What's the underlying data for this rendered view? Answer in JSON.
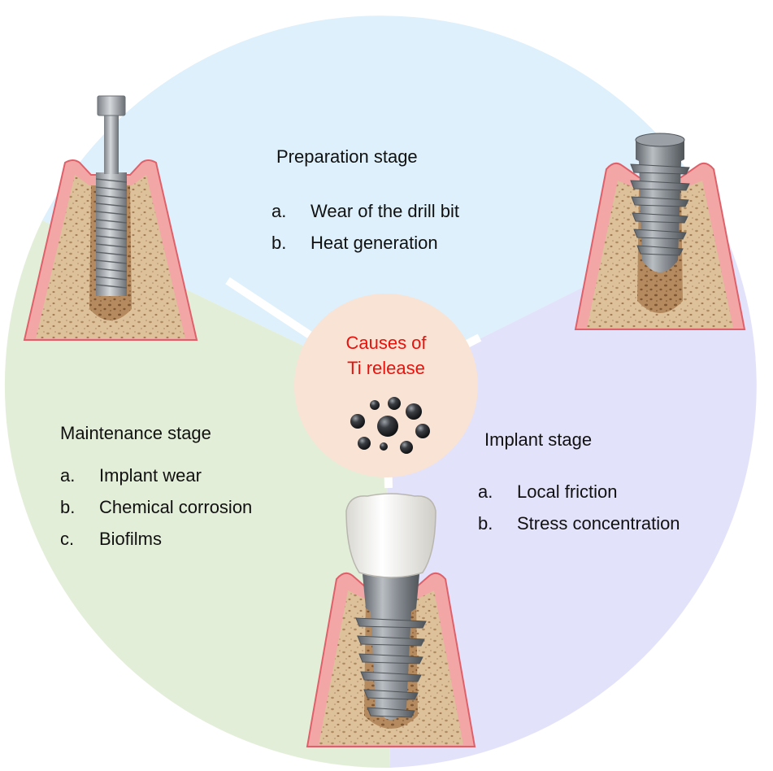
{
  "center": {
    "title_line1": "Causes of",
    "title_line2": "Ti release",
    "title_color": "#e8120c",
    "fill_color": "#f8e3d5"
  },
  "sectors": {
    "preparation": {
      "title": "Preparation stage",
      "color": "#ddf0fb",
      "items": [
        {
          "marker": "a.",
          "text": "Wear of the drill bit"
        },
        {
          "marker": "b.",
          "text": "Heat generation"
        }
      ]
    },
    "implant": {
      "title": "Implant stage",
      "color": "#e3e2fb",
      "items": [
        {
          "marker": "a.",
          "text": "Local friction"
        },
        {
          "marker": "b.",
          "text": "Stress concentration"
        }
      ]
    },
    "maintenance": {
      "title": "Maintenance stage",
      "color": "#e3eed9",
      "items": [
        {
          "marker": "a.",
          "text": "Implant wear"
        },
        {
          "marker": "b.",
          "text": "Chemical corrosion"
        },
        {
          "marker": "c.",
          "text": "Biofilms"
        }
      ]
    }
  },
  "colors": {
    "gum": "#f2a6a6",
    "gum_edge": "#e0606a",
    "bone": "#dcc19b",
    "bone_pore": "#9c7550",
    "metal": "#8b9096",
    "metal_dark": "#4f5459",
    "crown": "#f4f3ee",
    "particle": "#222428"
  },
  "icons": [
    "drill-bit-icon",
    "implant-screw-icon",
    "crowned-implant-icon",
    "titanium-particles-icon"
  ]
}
